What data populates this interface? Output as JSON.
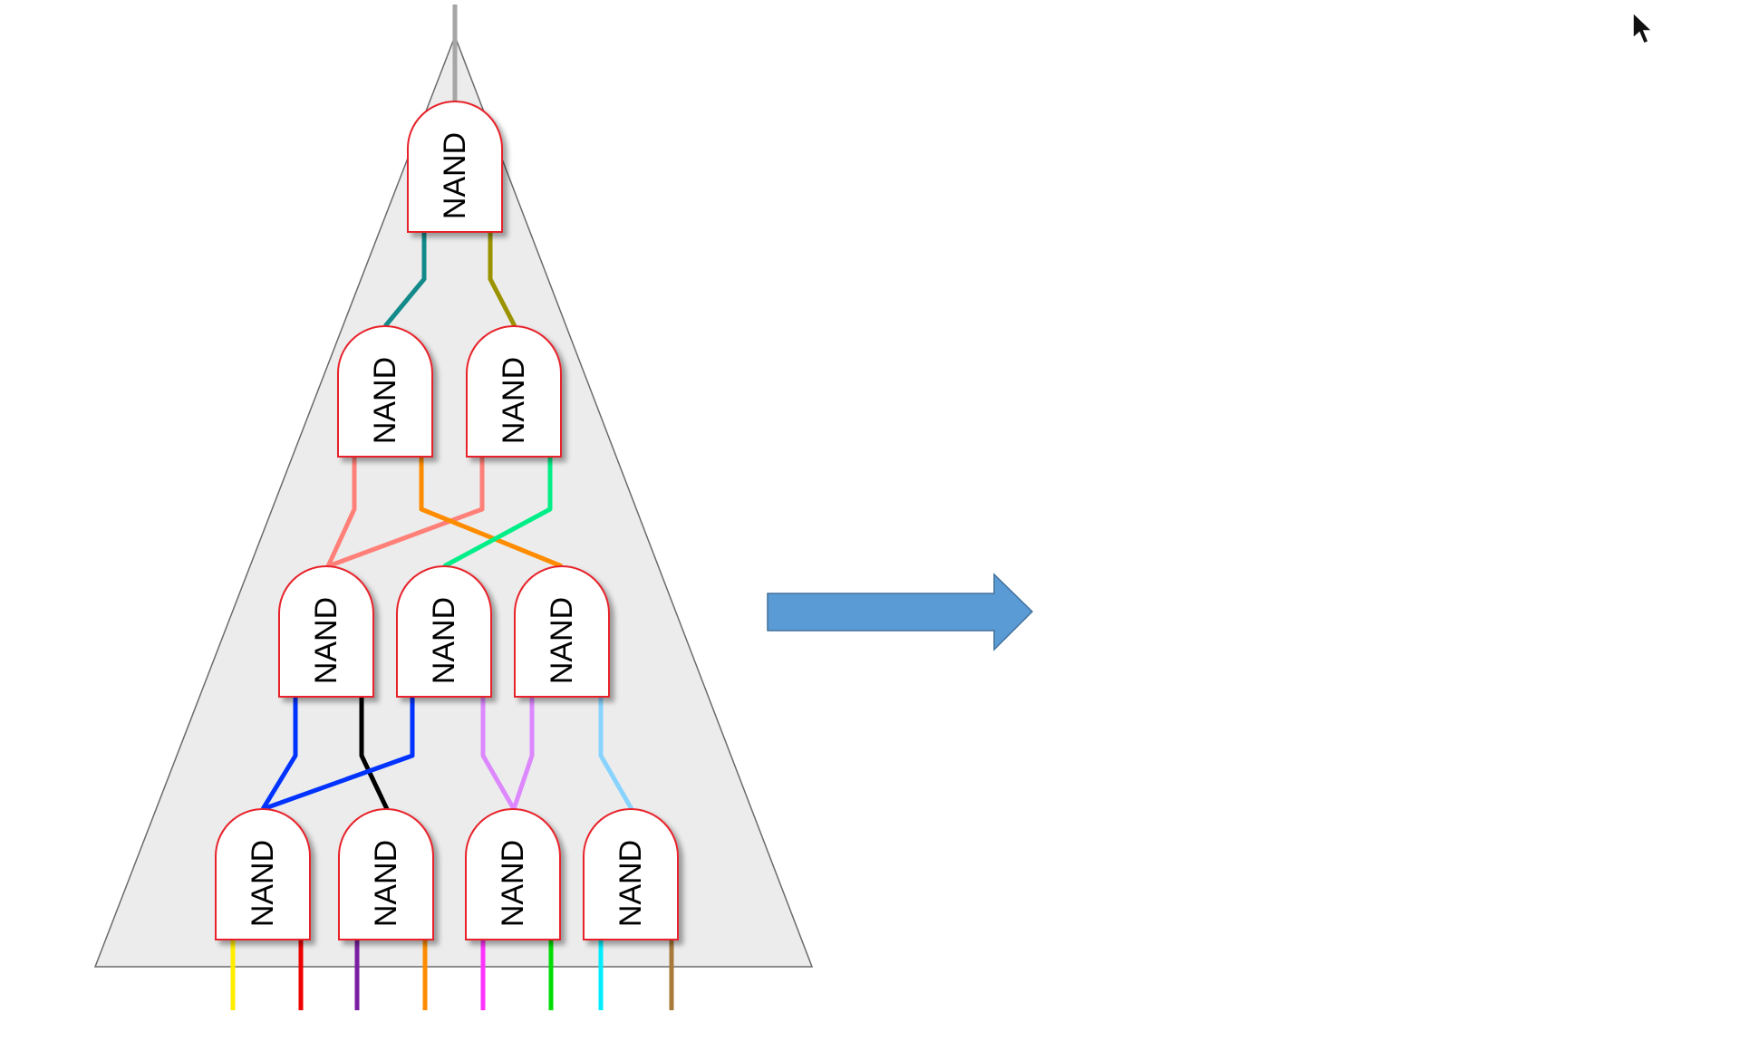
{
  "diagram": {
    "gate_label": "NAND",
    "colors": {
      "triangle_fill": "#ececec",
      "triangle_stroke": "#6b6b6b",
      "gate_fill": "#ffffff",
      "gate_stroke": "#e8222a",
      "arrow_fill": "#5b9bd5",
      "arrow_stroke": "#41719c",
      "output_wire": "#a6a6a6"
    },
    "levels": [
      {
        "name": "level-1",
        "gates": 1
      },
      {
        "name": "level-2",
        "gates": 2
      },
      {
        "name": "level-3",
        "gates": 3
      },
      {
        "name": "level-4",
        "gates": 4
      }
    ],
    "wires": [
      {
        "name": "output-wire",
        "color": "#a6a6a6"
      },
      {
        "name": "wire-teal",
        "color": "#138a8a"
      },
      {
        "name": "wire-olive",
        "color": "#9b9200"
      },
      {
        "name": "wire-salmon",
        "color": "#ff8078"
      },
      {
        "name": "wire-salmon",
        "color": "#ff8078"
      },
      {
        "name": "wire-orange",
        "color": "#ff8c00"
      },
      {
        "name": "wire-spring-green",
        "color": "#00ee88"
      },
      {
        "name": "wire-blue",
        "color": "#0033ff"
      },
      {
        "name": "wire-black",
        "color": "#000000"
      },
      {
        "name": "wire-blue",
        "color": "#0033ff"
      },
      {
        "name": "wire-violet",
        "color": "#dd88ff"
      },
      {
        "name": "wire-violet",
        "color": "#dd88ff"
      },
      {
        "name": "wire-light-blue",
        "color": "#88d4ff"
      }
    ],
    "inputs": [
      {
        "name": "input-yellow",
        "color": "#ffee00"
      },
      {
        "name": "input-red",
        "color": "#ee0000"
      },
      {
        "name": "input-purple",
        "color": "#7b1fa2"
      },
      {
        "name": "input-orange",
        "color": "#ff8c00"
      },
      {
        "name": "input-magenta",
        "color": "#ff33ff"
      },
      {
        "name": "input-green",
        "color": "#00dd00"
      },
      {
        "name": "input-cyan",
        "color": "#00eeff"
      },
      {
        "name": "input-brown",
        "color": "#a87a3a"
      }
    ],
    "arrow": {
      "icon": "right-arrow-icon"
    },
    "cursor": {
      "icon": "mouse-pointer-icon"
    }
  }
}
